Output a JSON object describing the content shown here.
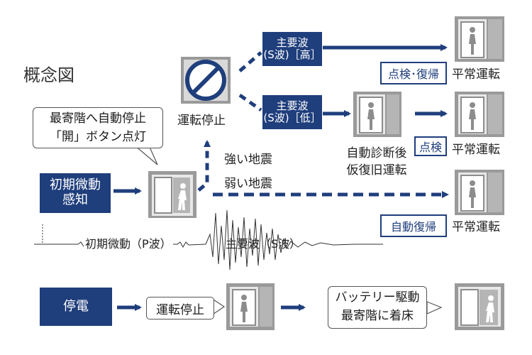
{
  "title": "概念図",
  "callout_top": [
    "最寄階へ自動停止",
    "「開」ボタン点灯"
  ],
  "trigger_box": [
    "初期微動",
    "感知"
  ],
  "wave_p_label": "初期微動（P波）",
  "wave_s_label": "主要波（S波）",
  "strong_label": "強い地震",
  "weak_label": "弱い地震",
  "stop_label": "運転停止",
  "s_high_box": [
    "主要波",
    "(S波)［高］"
  ],
  "s_low_box": [
    "主要波",
    "(S波)［低］"
  ],
  "inspection_recover": "点検･復帰",
  "inspection": "点検",
  "auto_recover": "自動復帰",
  "self_diag_label": [
    "自動診断後",
    "仮復旧運転"
  ],
  "normal_op": "平常運転",
  "power_outage_box": "停電",
  "power_stop_callout": "運転停止",
  "battery_callout": [
    "バッテリー駆動",
    "最寄階に着床"
  ],
  "colors": {
    "navy": "#1f3e7c",
    "grey": "#8c8c8c"
  }
}
